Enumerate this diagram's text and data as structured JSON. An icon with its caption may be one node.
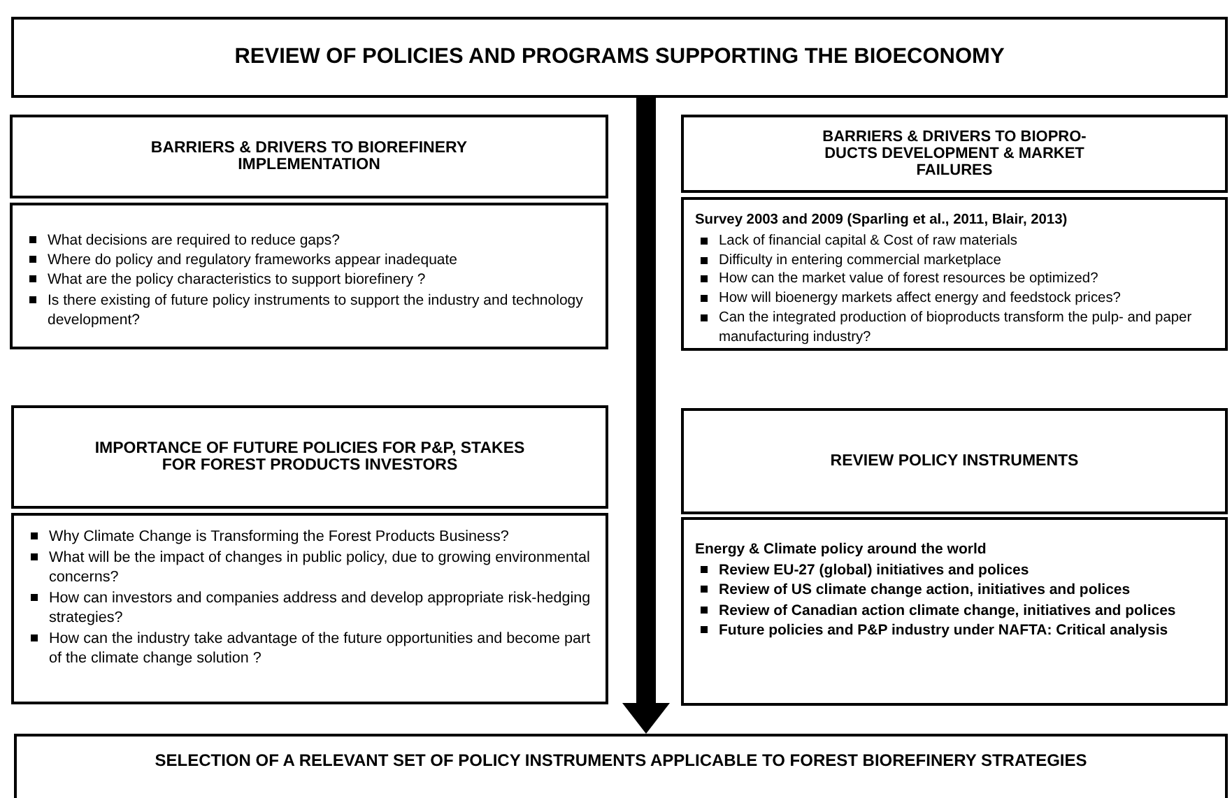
{
  "diagram": {
    "nodes": [
      {
        "text": [
          "REVIEW OF POLICIES AND PROGRAMS SUPPORTING THE BIOECONOMY"
        ]
      },
      {
        "text": [
          "BARRIERS & DRIVERS TO BIOREFINERY IMPLEMENTATION"
        ]
      },
      {
        "text": [
          "What decisions are required to reduce gaps?",
          "Where do policy and regulatory frameworks appear inadequate",
          "What are  the policy characteristics to support biorefinery ?",
          "Is there existing of future policy instruments to support the industry and technology development?"
        ]
      },
      {
        "text": [
          "BARRIERS & DRIVERS TO BIOPRO- DUCTS DEVELOPMENT & MARKET FAILURES"
        ]
      },
      {
        "text": [
          "Survey 2003 and 2009 (Sparling et al., 2011, Blair, 2013)",
          "Lack of financial capital & Cost of raw materials",
          "Difficulty in entering commercial marketplace",
          "How can the market value of forest resources be optimized?",
          "How will bioenergy markets affect energy and feedstock prices?",
          "Can the integrated production of bioproducts  transform the pulp- and paper manufacturing industry?"
        ]
      },
      {
        "text": [
          "IMPORTANCE OF FUTURE POLICIES FOR P&P, STAKES FOR FOREST PRODUCTS INVESTORS"
        ]
      },
      {
        "text": [
          "Why Climate Change is Transforming the Forest Products Business?",
          "What will be the impact of changes in public policy, due to growing environmental concerns?",
          "How can investors and companies address and develop appropriate risk-hedging strategies?",
          "How can the industry take advantage of the future opportunities and become part of the climate change solution ?"
        ]
      },
      {
        "text": [
          "REVIEW POLICY INSTRUMENTS"
        ]
      },
      {
        "text": [
          "Energy & Climate policy around the world",
          "Review EU-27 (global) initiatives and polices",
          "Review of US climate change action, initiatives and polices",
          "Review of Canadian action climate change, initiatives and polices",
          "Future policies and P&P industry under NAFTA: Critical analysis"
        ]
      },
      {
        "text": [
          "SELECTION OF A RELEVANT SET OF POLICY INSTRUMENTS APPLICABLE TO FOREST BIOREFINERY STRATEGIES"
        ]
      }
    ],
    "edges": [
      {
        "from": 0,
        "to": 9,
        "arrow": "to"
      }
    ]
  }
}
